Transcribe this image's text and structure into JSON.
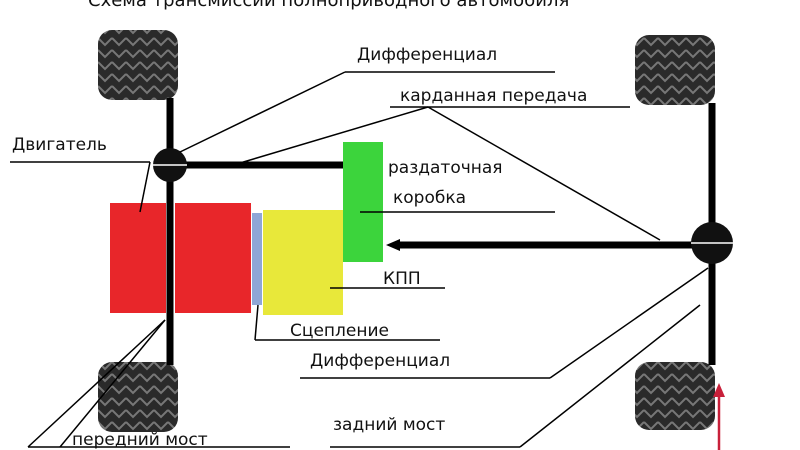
{
  "title": "Схема трансмиссии полноприводного автомобиля",
  "labels": {
    "front_differential": "Дифференциал",
    "driveshaft": "карданная передача",
    "engine": "Двигатель",
    "transfer_case_1": "раздаточная",
    "transfer_case_2": "коробка",
    "gearbox": "КПП",
    "clutch": "Сцепление",
    "rear_differential": "Дифференциал",
    "rear_axle": "задний мост",
    "front_axle": "передний мост"
  },
  "colors": {
    "engine": "#e8262a",
    "clutch": "#8fa6d6",
    "gearbox": "#e8e83a",
    "transfer_case": "#3cd43c",
    "arrow": "#c8203a"
  }
}
